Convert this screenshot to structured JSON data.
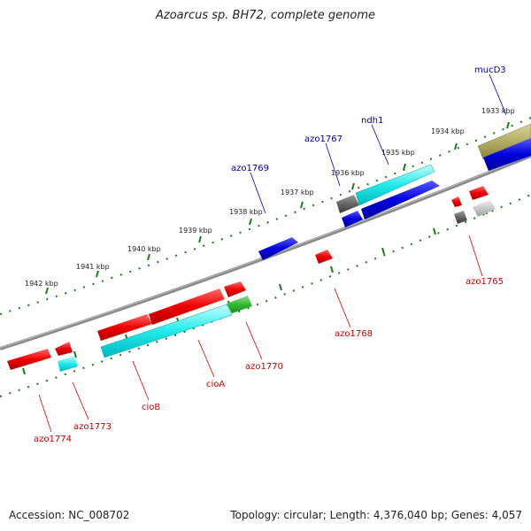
{
  "title": "Azoarcus sp. BH72, complete genome",
  "footer": {
    "accession": "Accession: NC_008702",
    "stats": "Topology: circular; Length: 4,376,040 bp; Genes: 4,057"
  },
  "colors": {
    "backbone": "#8a8a8a",
    "tick_track": "#1a7a1a",
    "label_top": "#0000aa",
    "label_bottom": "#cc0000"
  },
  "scale_labels": [
    {
      "text": "1933 kbp"
    },
    {
      "text": "1934 kbp"
    },
    {
      "text": "1935 kbp"
    },
    {
      "text": "1936 kbp"
    },
    {
      "text": "1937 kbp"
    },
    {
      "text": "1938 kbp"
    },
    {
      "text": "1939 kbp"
    },
    {
      "text": "1940 kbp"
    },
    {
      "text": "1941 kbp"
    },
    {
      "text": "1942 kbp"
    }
  ],
  "gene_labels": [
    {
      "text": "mucD3"
    },
    {
      "text": "ndh1"
    },
    {
      "text": "azo1767"
    },
    {
      "text": "azo1769"
    },
    {
      "text": "azo1765"
    },
    {
      "text": "azo1768"
    },
    {
      "text": "azo1770"
    },
    {
      "text": "cioA"
    },
    {
      "text": "cioB"
    },
    {
      "text": "azo1773"
    },
    {
      "text": "azo1774"
    }
  ]
}
